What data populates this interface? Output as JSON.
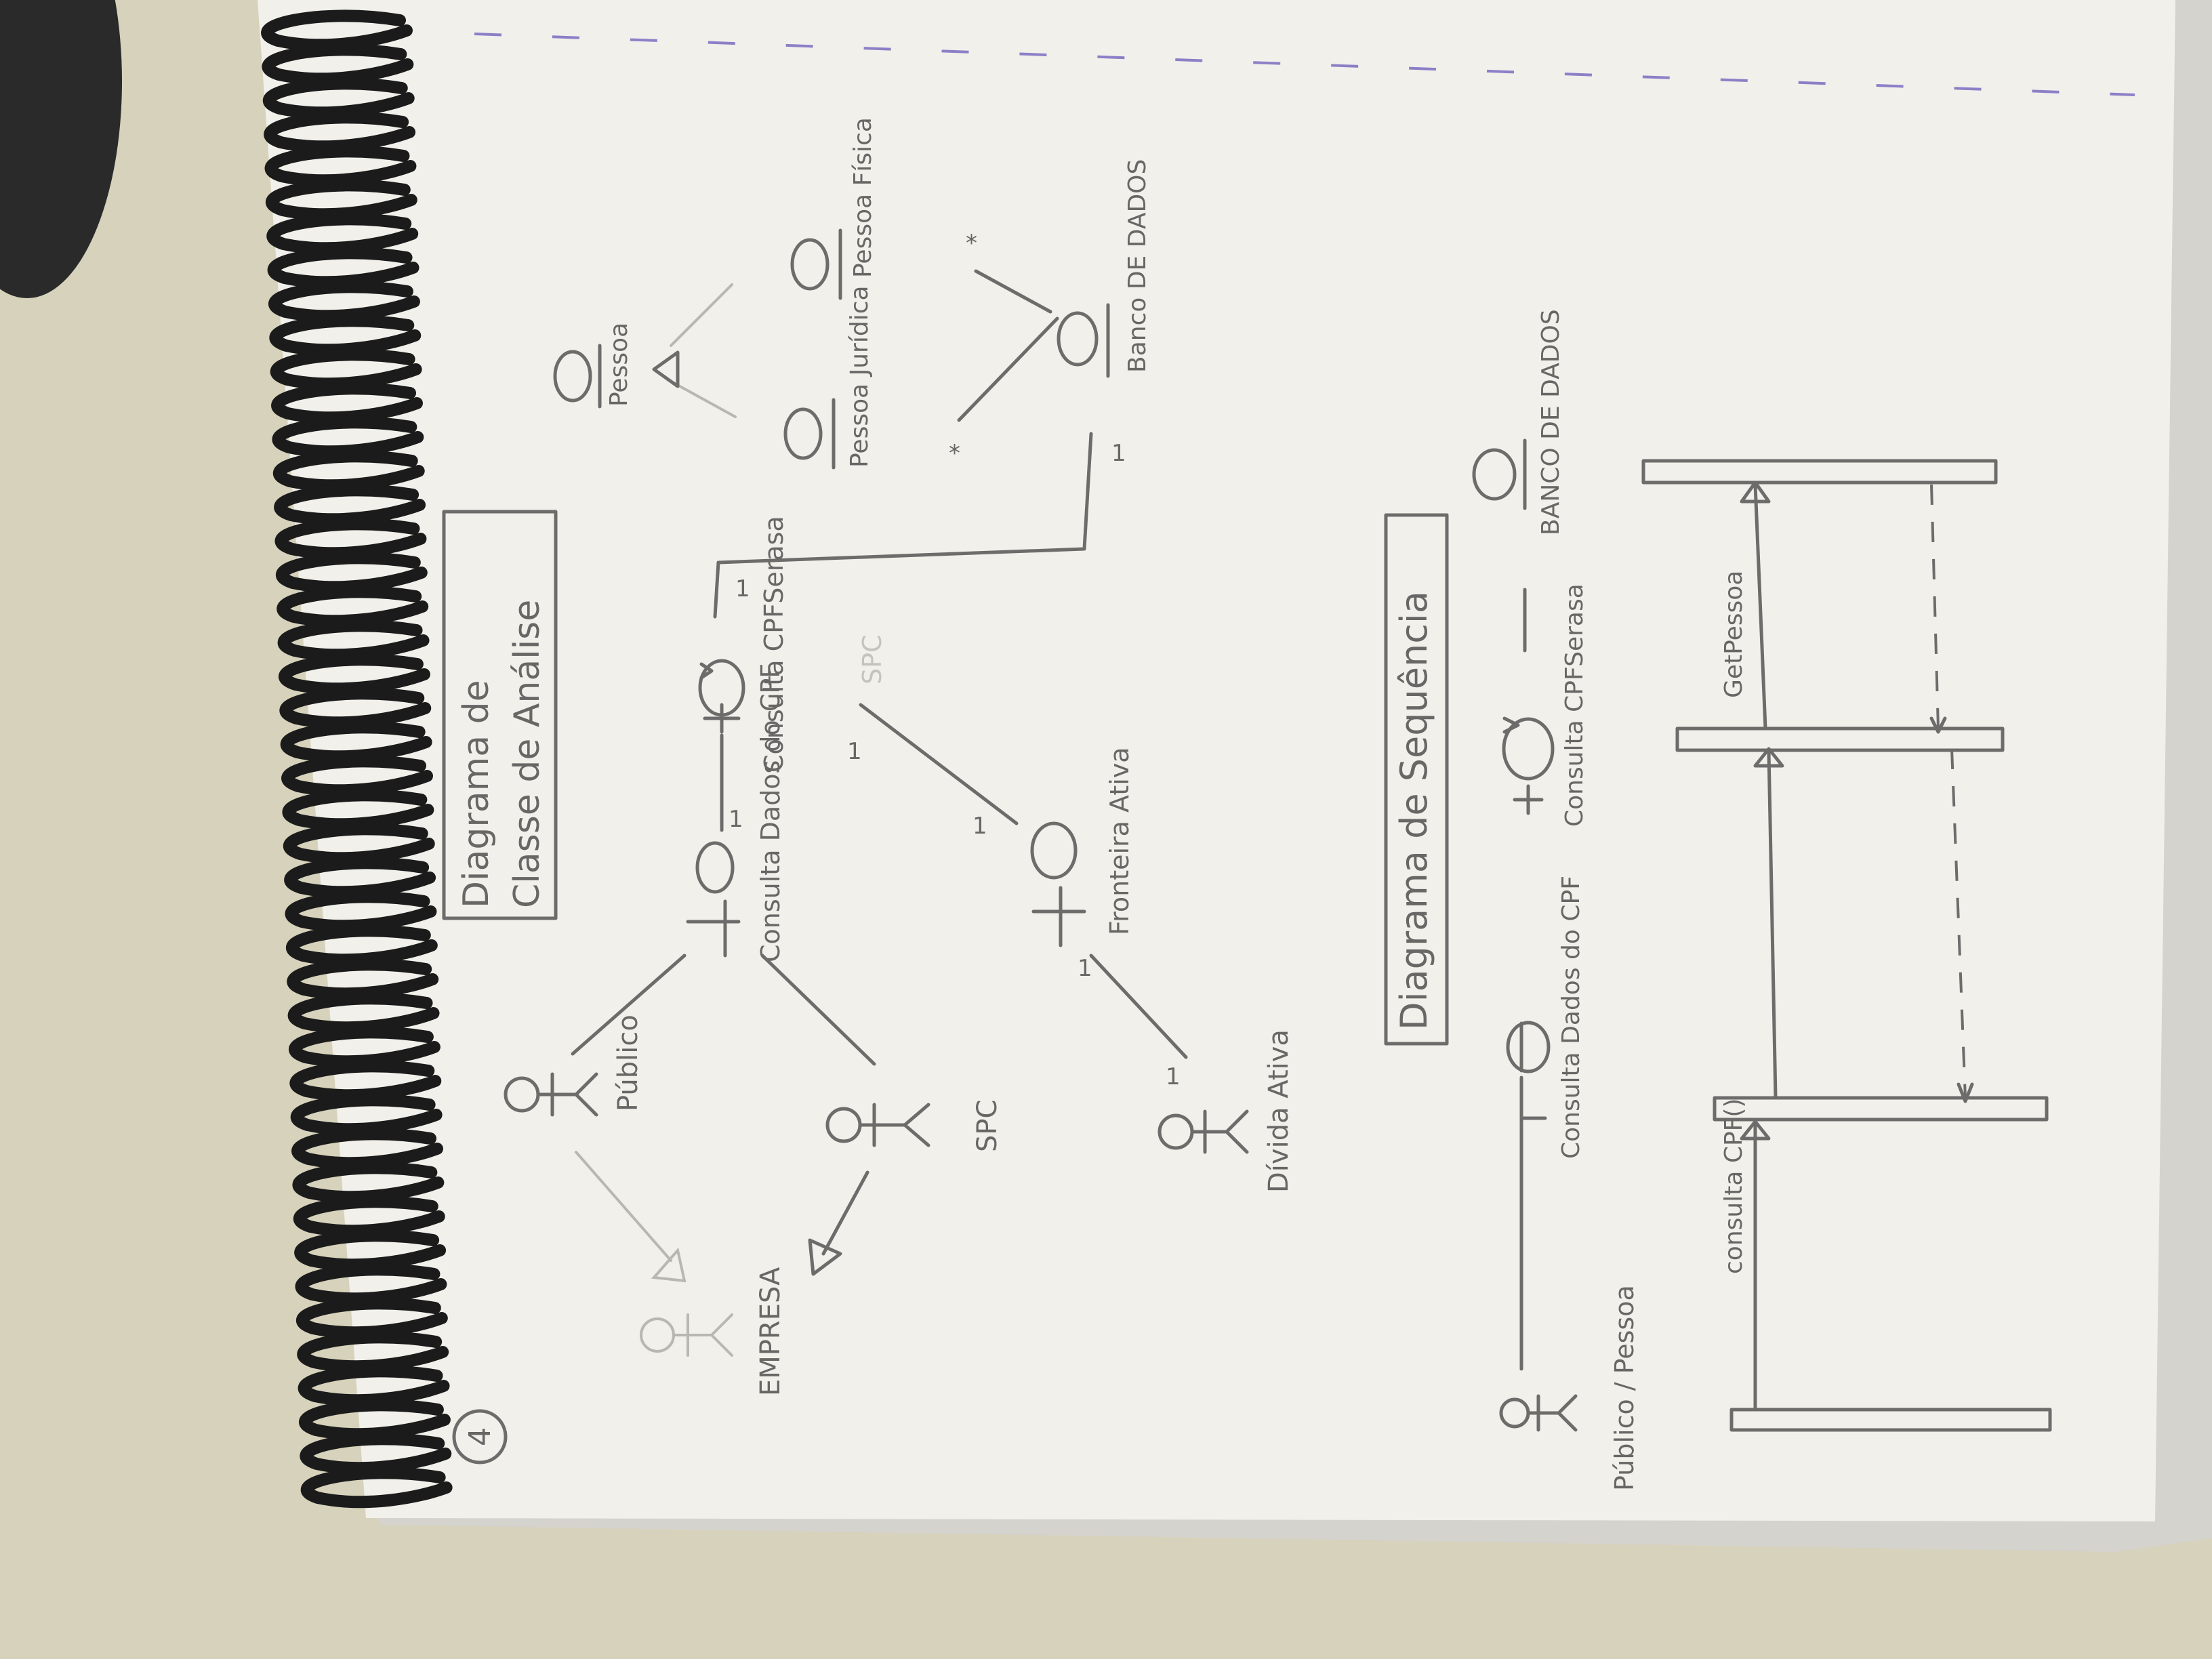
{
  "photo": {
    "subject": "Hand-drawn UML diagrams on a spiral notebook page, photographed rotated",
    "page_number": "4",
    "colors": {
      "desk": "#d9d4bf",
      "paper": "#f2f1ec",
      "pencil": "#6d6c6b",
      "margin_line": "#8d7fc7",
      "spiral": "#1b1b1b"
    }
  },
  "analysis_diagram": {
    "title_line1": "Diagrama de",
    "title_line2": "Classe de Análise",
    "actors": {
      "publico": "Público",
      "empresa": "EMPRESA",
      "spc": "SPC",
      "divida_ativa": "Dívida Ativa"
    },
    "boundaries": {
      "consulta_dados_cpf": "Consulta Dados do CPF",
      "fronteira_ativa": "Fronteira Ativa"
    },
    "controls": {
      "consulta_cpf_serasa": "Consulta CPFSerasa"
    },
    "entities": {
      "pessoa": "Pessoa",
      "pessoa_juridica": "Pessoa Jurídica",
      "pessoa_fisica": "Pessoa Física",
      "banco_dados": "Banco DE DADOS"
    },
    "multiplicities": {
      "one": "1",
      "many": "*"
    }
  },
  "sequence_diagram": {
    "title": "Diagrama de Sequência",
    "lifelines": {
      "publico": "Público / Pessoa",
      "consulta_dados_cpf": "Consulta Dados do CPF",
      "consulta_cpf_serasa": "Consulta CPFSerasa",
      "banco_dados": "BANCO DE DADOS"
    },
    "messages": {
      "consulta_cpf": "consulta CPF()",
      "get_pessoa": "GetPessoa"
    }
  }
}
